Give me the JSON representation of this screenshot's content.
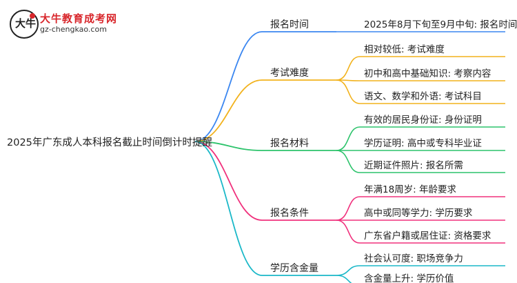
{
  "logo": {
    "name": "大牛教育成考网",
    "url": "gz-chengkao.com",
    "mark": "大牛",
    "accent_color": "#d8262b"
  },
  "root": {
    "label": "2025年广东成人本科报名截止时间倒计时提醒"
  },
  "branches": [
    {
      "label": "报名时间",
      "color": "#3a86f0",
      "leaves": [
        "2025年8月下旬至9月中旬: 报名时间"
      ]
    },
    {
      "label": "考试难度",
      "color": "#f2b21c",
      "leaves": [
        "相对较低: 考试难度",
        "初中和高中基础知识: 考察内容",
        "语文、数学和外语: 考试科目"
      ]
    },
    {
      "label": "报名材料",
      "color": "#2cc36b",
      "leaves": [
        "有效的居民身份证: 身份证明",
        "学历证明: 高中或专科毕业证",
        "近期证件照片: 报名所需"
      ]
    },
    {
      "label": "报名条件",
      "color": "#f0307c",
      "leaves": [
        "年满18周岁: 年龄要求",
        "高中或同等学力: 学历要求",
        "广东省户籍或居住证: 资格要求"
      ]
    },
    {
      "label": "学历含金量",
      "color": "#1ab8c8",
      "leaves": [
        "社会认可度: 职场竞争力",
        "含金量上升: 学历价值"
      ]
    }
  ]
}
